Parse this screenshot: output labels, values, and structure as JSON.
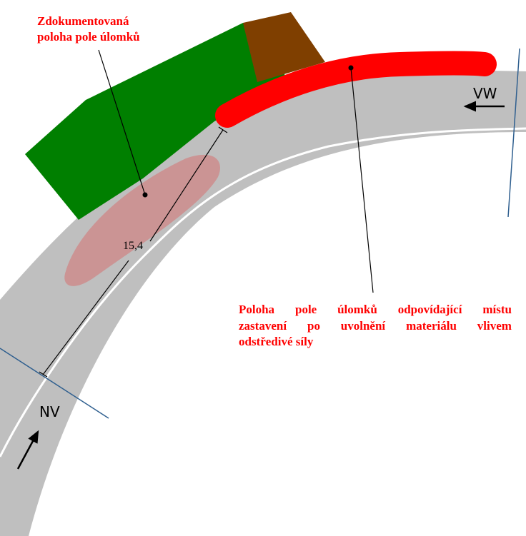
{
  "labels": {
    "documented_line1": "Zdokumentovaná",
    "documented_line2": "poloha pole úlomků",
    "centrifugal_line1_words": [
      "Poloha",
      "pole",
      "úlomků",
      "odpovídající",
      "místu"
    ],
    "centrifugal_line2_words": [
      "zastavení",
      "po",
      "uvolnění",
      "materiálu",
      "vlivem"
    ],
    "centrifugal_line3": "odstředivé síly",
    "vehicle_vw": "VW",
    "vehicle_nv": "NV",
    "distance": "15,4"
  },
  "colors": {
    "road": "#bfbfbf",
    "grass": "#007f00",
    "soil": "#7f3f00",
    "debris_documented": "#cc8f8f",
    "debris_centrifugal": "#ff0000",
    "label_red": "#ff0000",
    "boundary_line": "#2f5f8f",
    "lane_divider": "#ffffff"
  }
}
